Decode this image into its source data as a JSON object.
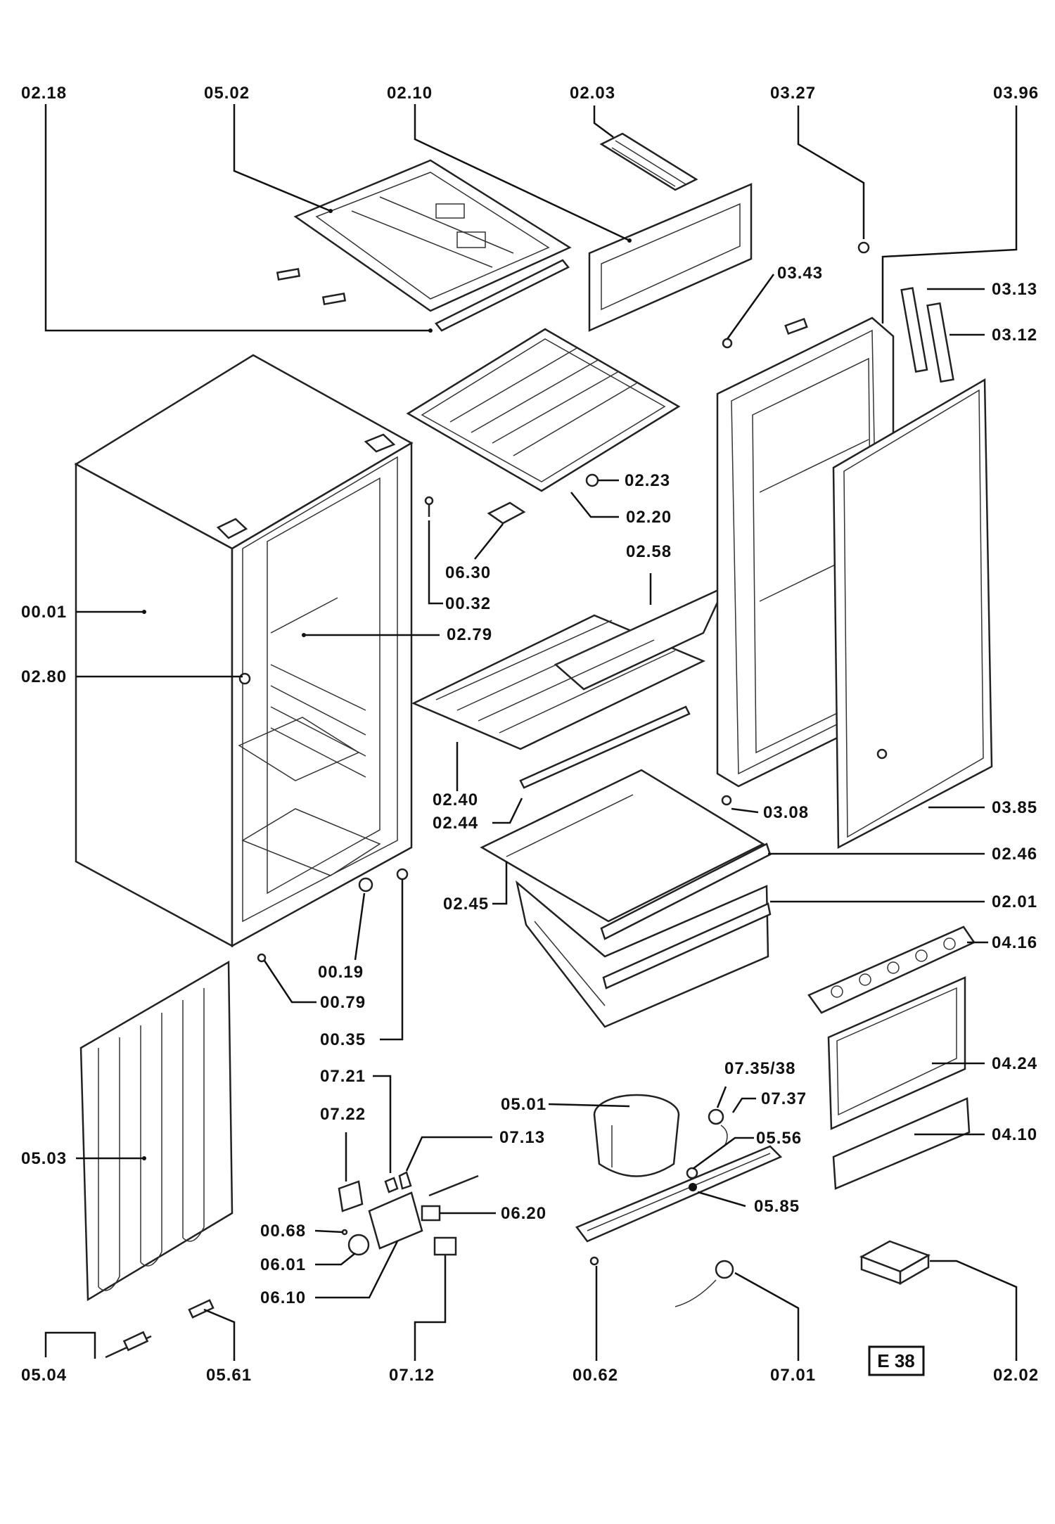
{
  "diagram_id": "E 38",
  "labels": {
    "l0218": "02.18",
    "l0502": "05.02",
    "l0210": "02.10",
    "l0203": "02.03",
    "l0327": "03.27",
    "l0396": "03.96",
    "l0343": "03.43",
    "l0313": "03.13",
    "l0312": "03.12",
    "l0223": "02.23",
    "l0220": "02.20",
    "l0630": "06.30",
    "l0258": "02.58",
    "l0032": "00.32",
    "l0001": "00.01",
    "l0279": "02.79",
    "l0280": "02.80",
    "l0240": "02.40",
    "l0244": "02.44",
    "l0308": "03.08",
    "l0385": "03.85",
    "l0246": "02.46",
    "l0245": "02.45",
    "l0201": "02.01",
    "l0416": "04.16",
    "l0019": "00.19",
    "l0079": "00.79",
    "l0035": "00.35",
    "l0424": "04.24",
    "l0735": "07.35/38",
    "l0737": "07.37",
    "l0721": "07.21",
    "l0501": "05.01",
    "l0556": "05.56",
    "l0722": "07.22",
    "l0713": "07.13",
    "l0503": "05.03",
    "l0410": "04.10",
    "l0620": "06.20",
    "l0585": "05.85",
    "l0068": "00.68",
    "l0601": "06.01",
    "l0610": "06.10",
    "l0504": "05.04",
    "l0561": "05.61",
    "l0712": "07.12",
    "l0062": "00.62",
    "l0701": "07.01",
    "l0202": "02.02"
  }
}
